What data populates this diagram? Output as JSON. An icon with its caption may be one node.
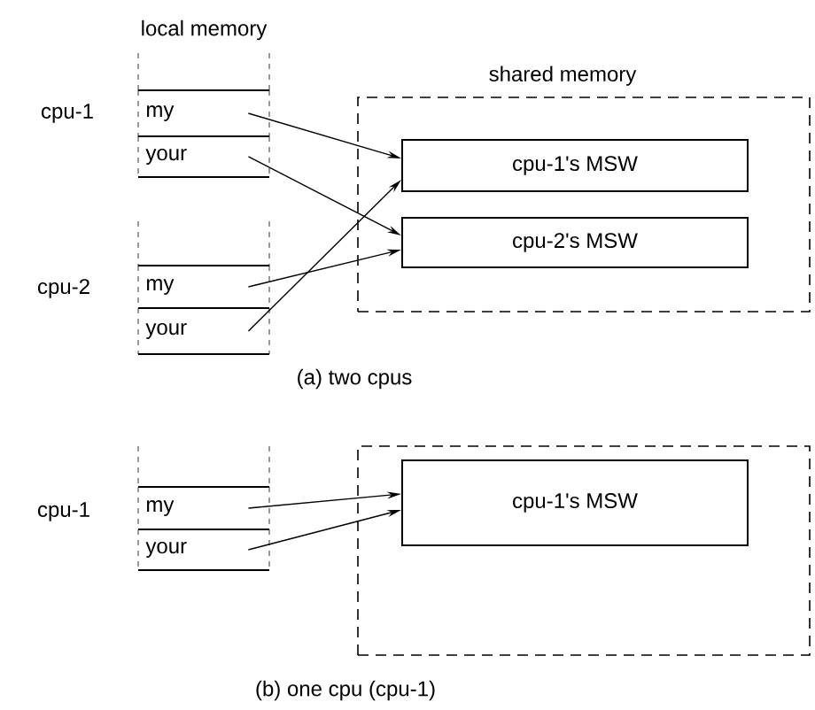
{
  "diagram": {
    "nodes": [
      {
        "text": [
          "shared memory"
        ]
      },
      {
        "text": [
          "cpu-1's MSW"
        ],
        "in": 0
      },
      {
        "text": [
          "cpu-2's MSW"
        ],
        "in": 0
      },
      {
        "text": [
          "my"
        ]
      },
      {
        "text": [
          "your"
        ]
      },
      {
        "text": [
          "my"
        ]
      },
      {
        "text": [
          "your"
        ]
      },
      {
        "text": [],
        "shape": "box"
      },
      {
        "text": [
          "cpu-1's MSW"
        ],
        "in": 7
      },
      {
        "text": [
          "my"
        ]
      },
      {
        "text": [
          "your"
        ]
      }
    ],
    "edges": [
      {
        "from": 3,
        "to": 1,
        "arrow": "to"
      },
      {
        "from": 4,
        "to": 2,
        "arrow": "to"
      },
      {
        "from": 5,
        "to": 2,
        "arrow": "to"
      },
      {
        "from": 6,
        "to": 1,
        "arrow": "to"
      },
      {
        "from": 9,
        "to": 8,
        "arrow": "to"
      },
      {
        "from": 10,
        "to": 8,
        "arrow": "to"
      }
    ],
    "labels": [
      "local memory",
      "cpu-1",
      "cpu-2",
      "(a) two cpus",
      "cpu-1",
      "(b) one cpu (cpu-1)"
    ]
  }
}
